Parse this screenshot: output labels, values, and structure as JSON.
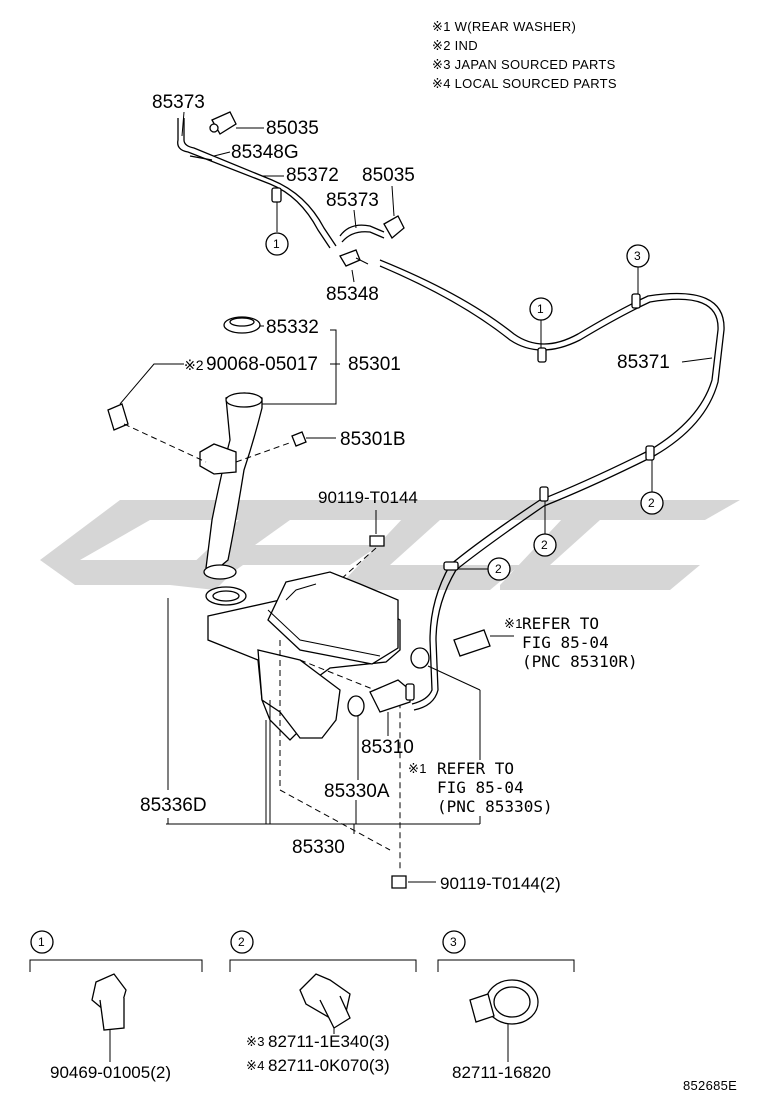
{
  "notes": [
    "※1 W(REAR WASHER)",
    "※2 IND",
    "※3 JAPAN SOURCED PARTS",
    "※4 LOCAL SOURCED PARTS"
  ],
  "parts": {
    "p85373_a": "85373",
    "p85035_a": "85035",
    "p85348G": "85348G",
    "p85372": "85372",
    "p85035_b": "85035",
    "p85373_b": "85373",
    "p85348": "85348",
    "p85332": "85332",
    "p90068_prefix": "※2",
    "p90068": "90068-05017",
    "p85301": "85301",
    "p85371": "85371",
    "p85301B": "85301B",
    "p90119_a": "90119-T0144",
    "p85310": "85310",
    "p85330A": "85330A",
    "p85336D": "85336D",
    "p85330": "85330",
    "p90119_b": "90119-T0144(2)"
  },
  "refs": {
    "ref_r": {
      "mark": "※1",
      "line1": "REFER TO",
      "line2": "FIG 85-04",
      "line3": "(PNC 85310R)"
    },
    "ref_s": {
      "mark": "※1",
      "line1": "REFER TO",
      "line2": "FIG 85-04",
      "line3": "(PNC 85330S)"
    }
  },
  "callouts": {
    "c1": "1",
    "c2": "2",
    "c3": "3"
  },
  "legend": {
    "box1": {
      "num": "1",
      "part": "90469-01005(2)"
    },
    "box2": {
      "num": "2",
      "part_a_mark": "※3",
      "part_a": "82711-1E340(3)",
      "part_b_mark": "※4",
      "part_b": "82711-0K070(3)"
    },
    "box3": {
      "num": "3",
      "part": "82711-16820"
    }
  },
  "figure_id": "852685E",
  "colors": {
    "watermark": "#d6d6d6",
    "line": "#000000"
  }
}
